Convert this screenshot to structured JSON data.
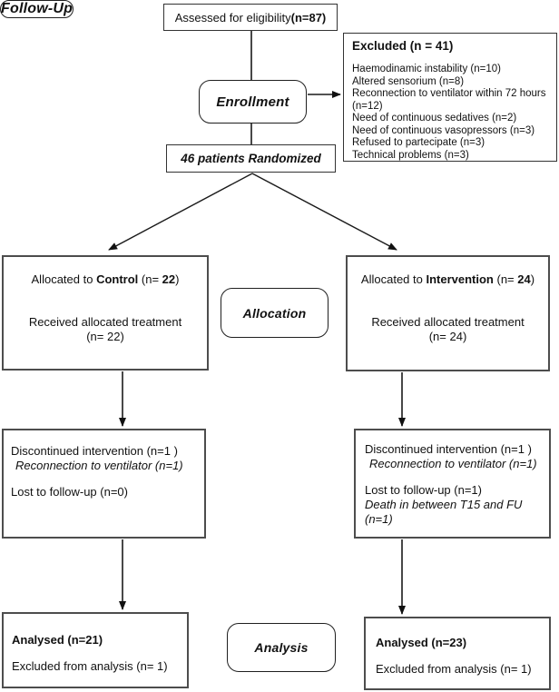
{
  "diagram": {
    "assessed": {
      "text": "Assessed for eligibility ",
      "n": "(n=87)"
    },
    "enrollment_label": "Enrollment",
    "excluded": {
      "title": "Excluded  (n = 41)",
      "reasons": [
        "Haemodinamic instability (n=10)",
        "Altered sensorium (n=8)",
        "Reconnection to ventilator within 72 hours  (n=12)",
        "Need of continuous  sedatives (n=2)",
        "Need of continuous vasopressors (n=3)",
        "Refused to partecipate  (n=3)",
        "Technical problems  (n=3)"
      ]
    },
    "randomized": "46 patients Randomized",
    "allocation_label": "Allocation",
    "alloc_left": {
      "pre": "Allocated to ",
      "arm": "Control",
      "mid": " (n= ",
      "num": "22",
      "close": ")",
      "received_line1": "Received allocated treatment",
      "received_line2": "(n= 22)"
    },
    "alloc_right": {
      "pre": "Allocated to ",
      "arm": "Intervention",
      "mid": "  (n= ",
      "num": "24",
      "close": ")",
      "received_line1": "Received allocated treatment",
      "received_line2": "(n= 24)"
    },
    "followup_label": "Follow-Up",
    "fu_left": {
      "line1": "Discontinued intervention (n=1 )",
      "line2": "Reconnection  to ventilator (n=1)",
      "line3": "Lost to follow-up  (n=0)"
    },
    "fu_right": {
      "line1": "Discontinued intervention  (n=1 )",
      "line2": "Reconnection to ventilator  (n=1)",
      "line3": "Lost to follow-up  (n=1)",
      "line4": "Death in between T15 and FU",
      "line5": "(n=1)"
    },
    "analysis_label": "Analysis",
    "an_left": {
      "title": "Analysed  (n=21)",
      "sub": "Excluded from analysis  (n= 1)"
    },
    "an_right": {
      "title": "Analysed  (n=23)",
      "sub": "Excluded from analysis  (n= 1)"
    },
    "colors": {
      "line": "#1a1a1a",
      "border": "#4d4d4d"
    }
  }
}
